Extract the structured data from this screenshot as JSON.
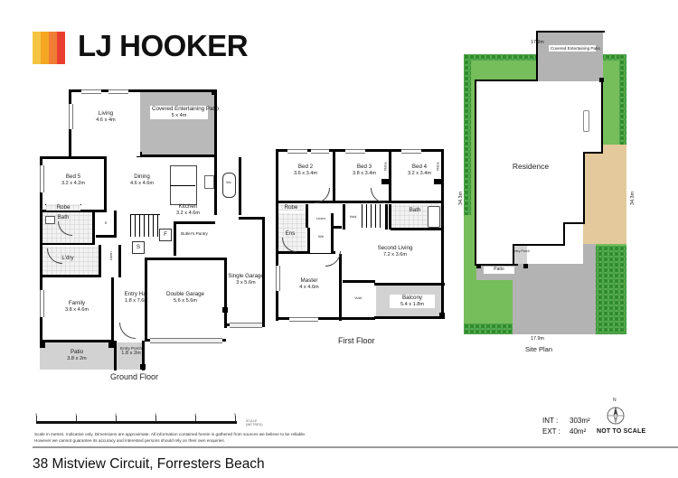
{
  "brand": {
    "name": "LJ HOOKER",
    "bar_colors": [
      "#f4c542",
      "#f5a623",
      "#f07d34",
      "#ea3f30"
    ]
  },
  "address": "38 Mistview Circuit, Forresters Beach",
  "floors": [
    {
      "id": "ground-floor",
      "title": "Ground Floor",
      "rooms": [
        {
          "name": "Living",
          "dim": "4.6 x 4m"
        },
        {
          "name": "Covered Entertaining Patio",
          "dim": "5 x 4m"
        },
        {
          "name": "Bed 5",
          "dim": "3.2 x 4.2m"
        },
        {
          "name": "Dining",
          "dim": "4.6 x 4.6m"
        },
        {
          "name": "Kitchen",
          "dim": "3.2 x 4.6m"
        },
        {
          "name": "Butler's Pantry",
          "dim": ""
        },
        {
          "name": "Robe",
          "dim": ""
        },
        {
          "name": "Bath",
          "dim": ""
        },
        {
          "name": "L'dry",
          "dim": ""
        },
        {
          "name": "Linen",
          "dim": ""
        },
        {
          "name": "Family",
          "dim": "3.8 x 4.6m"
        },
        {
          "name": "Entry Hall",
          "dim": "1.8 x 7.6m"
        },
        {
          "name": "Double Garage",
          "dim": "5.6 x 5.6m"
        },
        {
          "name": "Single Garage",
          "dim": "3 x 5.6m"
        },
        {
          "name": "Entry Porch",
          "dim": "1.8 x 2m"
        },
        {
          "name": "Patio",
          "dim": "3.8 x 2m"
        },
        {
          "name": "Wc",
          "dim": ""
        },
        {
          "name": "F",
          "dim": ""
        },
        {
          "name": "S",
          "dim": ""
        }
      ]
    },
    {
      "id": "first-floor",
      "title": "First Floor",
      "rooms": [
        {
          "name": "Bed 2",
          "dim": "3.6 x 3.4m"
        },
        {
          "name": "Bed 3",
          "dim": "3.8 x 3.4m"
        },
        {
          "name": "Bed 4",
          "dim": "3.2 x 3.4m"
        },
        {
          "name": "Robe",
          "dim": ""
        },
        {
          "name": "Hall",
          "dim": ""
        },
        {
          "name": "Linen",
          "dim": ""
        },
        {
          "name": "Ens",
          "dim": ""
        },
        {
          "name": "Wir",
          "dim": ""
        },
        {
          "name": "Bath",
          "dim": ""
        },
        {
          "name": "Void",
          "dim": ""
        },
        {
          "name": "Master",
          "dim": "4 x 4.6m"
        },
        {
          "name": "Second Living",
          "dim": "7.2 x 3.6m"
        },
        {
          "name": "Balcony",
          "dim": "5.4 x 1.8m"
        }
      ]
    }
  ],
  "site_plan": {
    "title": "Site Plan",
    "dim_top": "17.9m",
    "dim_bottom": "17.9m",
    "dim_left": "34.3m",
    "dim_right": "34.3m",
    "labels": {
      "residence": "Residence",
      "covered_patio": "Covered Entertaining Patio",
      "patio": "Patio",
      "entry_porch": "Entry Porch"
    },
    "colors": {
      "grass": "#76bd5b",
      "hedge": "#4fa63f",
      "paving": "#e3c99c",
      "concrete": "#b3b3b3",
      "residence": "#ffffff"
    }
  },
  "scale_bar": {
    "ticks": [
      "0",
      "1",
      "2",
      "3",
      "4",
      "5"
    ],
    "caption": "SCALE (METRES)"
  },
  "disclaimer": "Scale in metres. Indicative only. Dimensions are approximate. All information contained herein is gathered from sources we believe to be reliable. However we cannot guarantee its accuracy and interested persons should rely on their own enquiries.",
  "areas": {
    "int_label": "INT :",
    "int_value": "303m²",
    "ext_label": "EXT :",
    "ext_value": "40m²",
    "not_to_scale": "NOT TO SCALE",
    "north": "N"
  }
}
